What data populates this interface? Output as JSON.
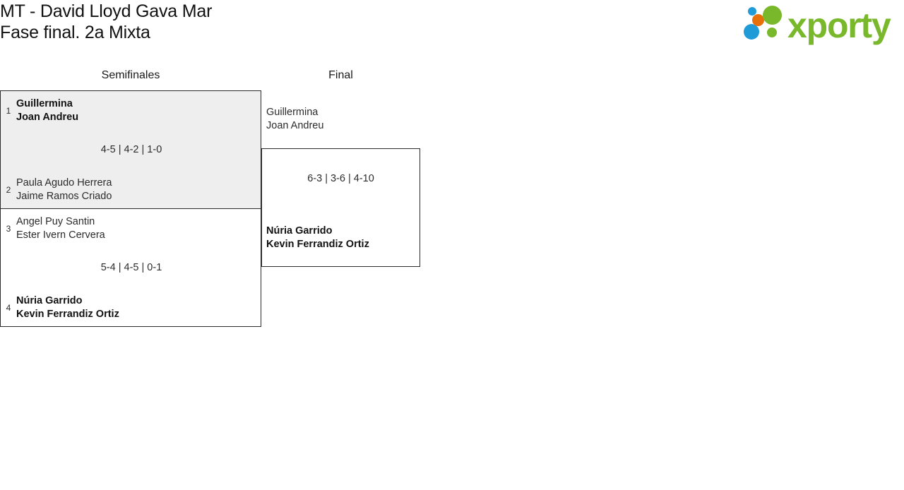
{
  "header": {
    "title": "MT - David Lloyd Gava Mar\nFase final. 2a Mixta",
    "logo": {
      "wordmark": "xporty",
      "colors": {
        "green": "#78b82a",
        "blue": "#1f9cd8",
        "orange": "#e8700a"
      }
    }
  },
  "bracket": {
    "rounds": [
      {
        "label": "Semifinales"
      },
      {
        "label": "Final"
      }
    ],
    "matches": [
      {
        "id": "sf1",
        "round": "Semifinales",
        "score": "4-5 | 4-2 | 1-0",
        "teams": [
          {
            "seed": "1",
            "players": "Guillermina\nJoan Andreu",
            "winner": true
          },
          {
            "seed": "2",
            "players": "Paula Agudo Herrera\nJaime Ramos Criado",
            "winner": false
          }
        ]
      },
      {
        "id": "sf2",
        "round": "Semifinales",
        "score": "5-4 | 4-5 | 0-1",
        "teams": [
          {
            "seed": "3",
            "players": "Angel Puy Santin\nEster Ivern Cervera",
            "winner": false
          },
          {
            "seed": "4",
            "players": "Núria Garrido\nKevin Ferrandiz Ortiz",
            "winner": true
          }
        ]
      },
      {
        "id": "final",
        "round": "Final",
        "score": "6-3 | 3-6 | 4-10",
        "teams": [
          {
            "seed": "",
            "players": "Guillermina\nJoan Andreu",
            "winner": false
          },
          {
            "seed": "",
            "players": "Núria Garrido\nKevin Ferrandiz Ortiz",
            "winner": true
          }
        ]
      }
    ]
  }
}
